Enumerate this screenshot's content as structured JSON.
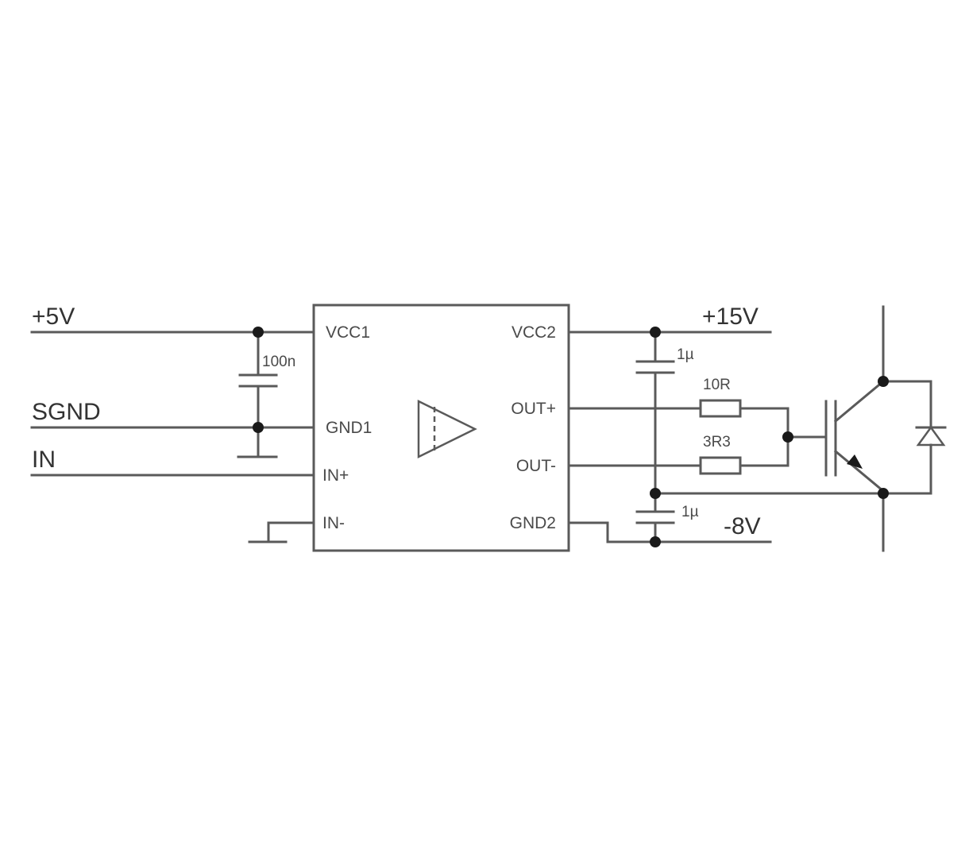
{
  "nets": {
    "plus5v": "+5V",
    "sgnd": "SGND",
    "in": "IN",
    "plus15v": "+15V",
    "minus8v": "-8V"
  },
  "pins": {
    "vcc1": "VCC1",
    "gnd1": "GND1",
    "in_plus": "IN+",
    "in_minus": "IN-",
    "vcc2": "VCC2",
    "out_plus": "OUT+",
    "out_minus": "OUT-",
    "gnd2": "GND2"
  },
  "components": {
    "c_input": "100n",
    "c_vcc2": "1µ",
    "c_gnd2": "1µ",
    "r_on": "10R",
    "r_off": "3R3"
  }
}
